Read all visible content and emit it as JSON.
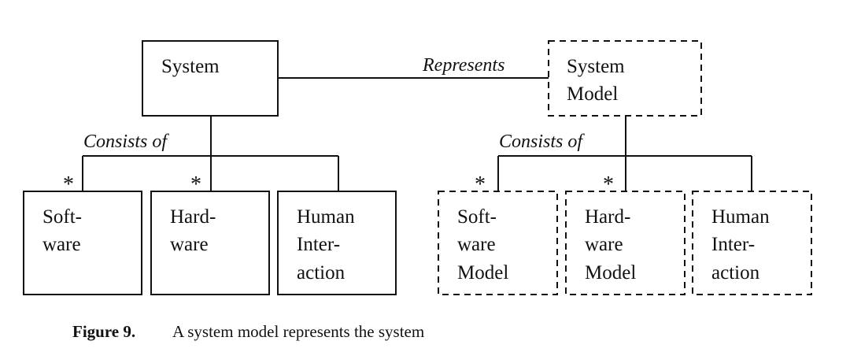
{
  "left": {
    "system": [
      "System"
    ],
    "relation": "Consists of",
    "children": [
      {
        "lines": [
          "Soft-",
          "ware"
        ],
        "multiplicity": "*"
      },
      {
        "lines": [
          "Hard-",
          "ware"
        ],
        "multiplicity": "*"
      },
      {
        "lines": [
          "Human",
          "Inter-",
          "action"
        ],
        "multiplicity": ""
      }
    ]
  },
  "association": "Represents",
  "right": {
    "system": [
      "System",
      "Model"
    ],
    "relation": "Consists of",
    "children": [
      {
        "lines": [
          "Soft-",
          "ware",
          "Model"
        ],
        "multiplicity": "*"
      },
      {
        "lines": [
          "Hard-",
          "ware",
          "Model"
        ],
        "multiplicity": "*"
      },
      {
        "lines": [
          "Human",
          "Inter-",
          "action"
        ],
        "multiplicity": ""
      }
    ]
  },
  "caption": {
    "label": "Figure 9.",
    "text": "A system model represents the system"
  }
}
